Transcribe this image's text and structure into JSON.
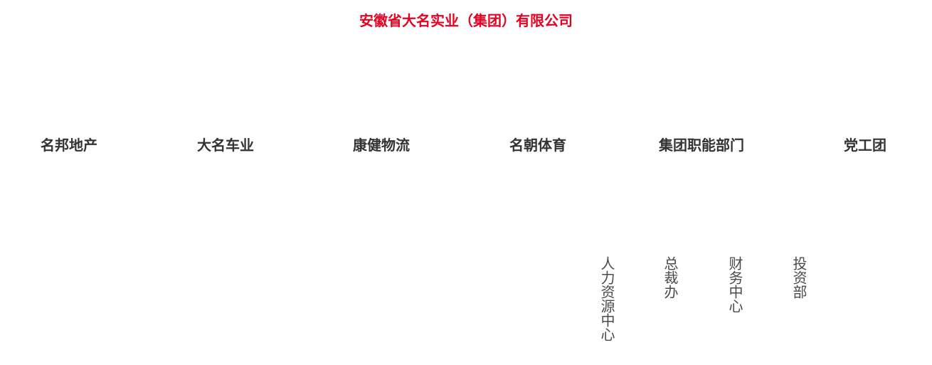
{
  "page": {
    "background_color": "#ffffff"
  },
  "org_chart": {
    "type": "organization-tree",
    "root": {
      "label": "安徽省大名实业（集团）有限公司",
      "color": "#e60021"
    },
    "level1_text_color": "#333333",
    "level2_text_color": "#4a4a4a",
    "level1": [
      {
        "label": "名邦地产"
      },
      {
        "label": "大名车业"
      },
      {
        "label": "康健物流"
      },
      {
        "label": "名朝体育"
      },
      {
        "label": "集团职能部门",
        "children": [
          "人力资源中心",
          "总裁办",
          "财务中心",
          "投资部"
        ]
      },
      {
        "label": "党工团"
      }
    ]
  }
}
